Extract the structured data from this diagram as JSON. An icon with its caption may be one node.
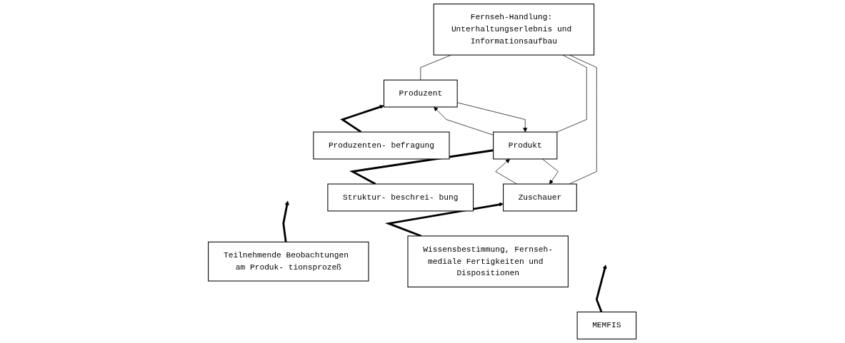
{
  "diagram": {
    "nodes": [
      {
        "text": [
          "Fernseh-Handlung: Unterhaltungserlebnis und Informationsaufbau"
        ]
      },
      {
        "text": [
          "Produzent"
        ]
      },
      {
        "text": [
          "Produkt"
        ]
      },
      {
        "text": [
          "Zuschauer"
        ]
      },
      {
        "text": [
          "Produzenten- befragung"
        ]
      },
      {
        "text": [
          "Teilnehmende Beobachtungen am Produk- tionsprozeß"
        ]
      },
      {
        "text": [
          "Struktur- beschrei- bung"
        ]
      },
      {
        "text": [
          "MEMFIS"
        ]
      },
      {
        "text": [
          "Wissensbestimmung, Fernseh-mediale Fertigkeiten und Dispositionen"
        ]
      }
    ],
    "edges": [
      {
        "from": 0,
        "to": 1,
        "arrow": "none"
      },
      {
        "from": 0,
        "to": 2,
        "arrow": "none"
      },
      {
        "from": 0,
        "to": 3,
        "arrow": "none"
      },
      {
        "from": 1,
        "to": 2,
        "arrow": "to"
      },
      {
        "from": 2,
        "to": 1,
        "arrow": "to"
      },
      {
        "from": 2,
        "to": 3,
        "arrow": "to"
      },
      {
        "from": 3,
        "to": 2,
        "arrow": "to"
      },
      {
        "from": 4,
        "to": 1,
        "arrow": "to",
        "style": "thick"
      },
      {
        "from": 5,
        "to": null,
        "arrow": "to",
        "style": "thick"
      },
      {
        "from": 6,
        "to": 2,
        "arrow": "none",
        "style": "thick"
      },
      {
        "from": 7,
        "to": null,
        "arrow": "to",
        "style": "thick"
      },
      {
        "from": 8,
        "to": 3,
        "arrow": "to",
        "style": "thick"
      }
    ]
  }
}
